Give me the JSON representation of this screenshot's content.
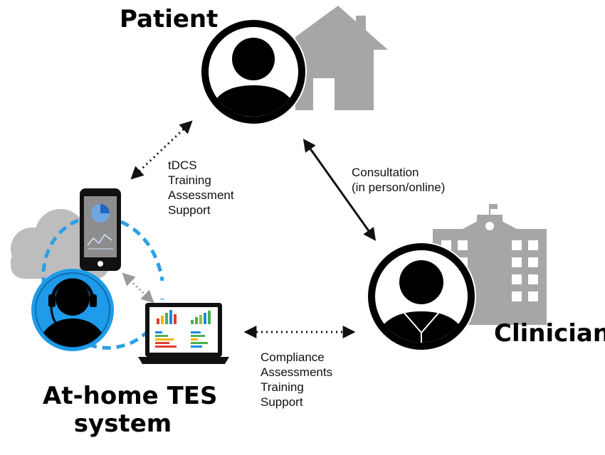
{
  "nodes": {
    "patient": {
      "label": "Patient"
    },
    "clinician": {
      "label": "Clinician"
    },
    "tes_system": {
      "label_line1": "At-home TES",
      "label_line2": "system"
    }
  },
  "links": {
    "patient_tes": {
      "items": [
        "tDCS",
        "Training",
        "Assessment",
        "Support"
      ]
    },
    "patient_clinician": {
      "items": [
        "Consultation",
        "(in person/online)"
      ]
    },
    "tes_clinician": {
      "items": [
        "Compliance",
        "Assessments",
        "Training",
        "Support"
      ]
    }
  },
  "icons": [
    "house-icon",
    "hospital-icon",
    "cloud-icon",
    "smartphone-icon",
    "laptop-icon",
    "headset-avatar-icon",
    "patient-avatar-icon",
    "clinician-avatar-icon"
  ],
  "colors": {
    "avatar": "#000000",
    "building_gray": "#a6a6a6",
    "headset_blue": "#1e9be9",
    "dashed_blue": "#2aa0e6",
    "arrow_dark": "#111111",
    "arrow_gray": "#9a9a9a"
  }
}
